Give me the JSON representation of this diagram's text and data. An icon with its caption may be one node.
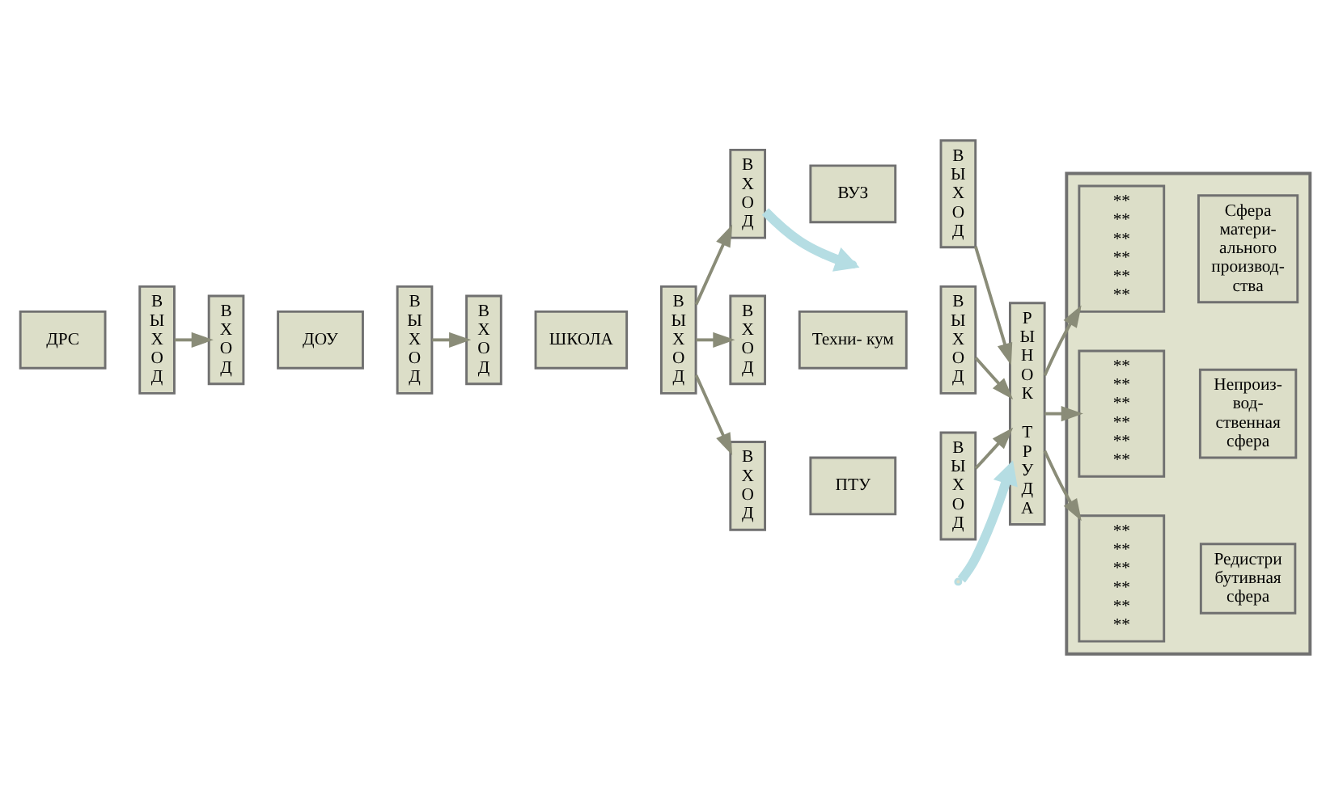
{
  "diagram": {
    "nodes": [
      {
        "text": [
          "ДРС"
        ]
      },
      {
        "text": [
          "ВЫХОД"
        ]
      },
      {
        "text": [
          "ВХОД"
        ]
      },
      {
        "text": [
          "ДОУ"
        ]
      },
      {
        "text": [
          "ВЫХОД"
        ]
      },
      {
        "text": [
          "ВХОД"
        ]
      },
      {
        "text": [
          "ШКОЛА"
        ]
      },
      {
        "text": [
          "ВЫХОД"
        ]
      },
      {
        "text": [
          "ВХОД"
        ]
      },
      {
        "text": [
          "ВУЗ"
        ]
      },
      {
        "text": [
          "ВЫХОД"
        ]
      },
      {
        "text": [
          "ВХОД"
        ]
      },
      {
        "text": [
          "Техни- кум"
        ]
      },
      {
        "text": [
          "ВЫХОД"
        ]
      },
      {
        "text": [
          "ВХОД"
        ]
      },
      {
        "text": [
          "ПТУ"
        ]
      },
      {
        "text": [
          "ВЫХОД"
        ]
      },
      {
        "text": [
          "РЫНОК ТРУДА"
        ]
      },
      {
        "text": [],
        "shape": "box"
      },
      {
        "text": [
          "** ** ** ** ** **"
        ],
        "in": 18
      },
      {
        "text": [
          "Сфера матери- ального производ- ства"
        ],
        "in": 18
      },
      {
        "text": [
          "** ** ** ** ** **"
        ],
        "in": 18
      },
      {
        "text": [
          "Непроиз- вод- ственная сфера"
        ],
        "in": 18
      },
      {
        "text": [
          "** ** ** ** ** **"
        ],
        "in": 18
      },
      {
        "text": [
          "Редистри бутивная сфера"
        ],
        "in": 18
      }
    ],
    "edges": [
      {
        "from": 1,
        "to": 2,
        "arrow": "to"
      },
      {
        "from": 4,
        "to": 5,
        "arrow": "to"
      },
      {
        "from": 7,
        "to": 8,
        "arrow": "to"
      },
      {
        "from": 7,
        "to": 11,
        "arrow": "to"
      },
      {
        "from": 7,
        "to": 14,
        "arrow": "to"
      },
      {
        "from": 10,
        "to": 17,
        "arrow": "to"
      },
      {
        "from": 13,
        "to": 17,
        "arrow": "to"
      },
      {
        "from": 16,
        "to": 17,
        "arrow": "to"
      },
      {
        "from": 17,
        "to": 19,
        "arrow": "to"
      },
      {
        "from": 17,
        "to": 21,
        "arrow": "to"
      },
      {
        "from": 17,
        "to": 23,
        "arrow": "to"
      },
      {
        "from": 8,
        "to": null,
        "arrow": "to",
        "style": "thick",
        "color": "#b5dde3"
      },
      {
        "from": null,
        "to": 17,
        "arrow": "to",
        "style": "thick",
        "color": "#b5dde3"
      }
    ]
  }
}
